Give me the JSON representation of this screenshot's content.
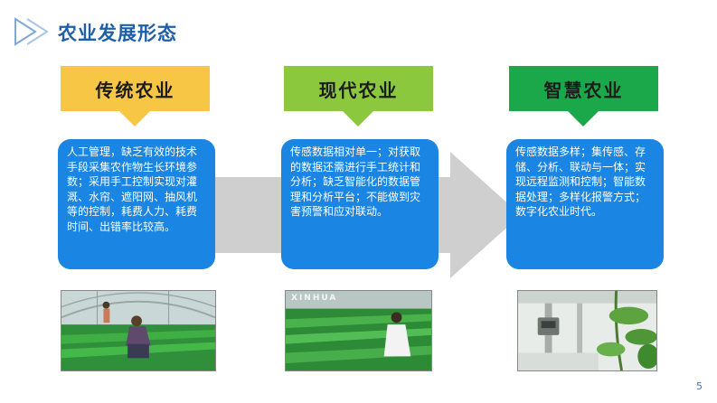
{
  "page": {
    "title": "农业发展形态",
    "page_number": "5"
  },
  "colors": {
    "title": "#1f5fa8",
    "traditional": "#f7c645",
    "modern": "#8cc83d",
    "smart": "#1aa84a",
    "card": "#1a85e3",
    "arrow": "#cfcfcf"
  },
  "stages": [
    {
      "name": "传统农业",
      "description": "人工管理，缺乏有效的技术手段采集农作物生长环境参数；采用手工控制实现对灌溉、水帘、遮阳网、抽风机等的控制，耗费人力、耗费时间、出错率比较高。"
    },
    {
      "name": "现代农业",
      "description": "传感数据相对单一；对获取的数据还需进行手工统计和分析；缺乏智能化的数据管理和分析平台；不能做到灾害预警和应对联动。"
    },
    {
      "name": "智慧农业",
      "description": "传感数据多样；集传感、存储、分析、联动与一体；实现远程监测和控制；智能数据处理；多样化报警方式；数字化农业时代。"
    }
  ],
  "photo_watermark": "XINHUA"
}
